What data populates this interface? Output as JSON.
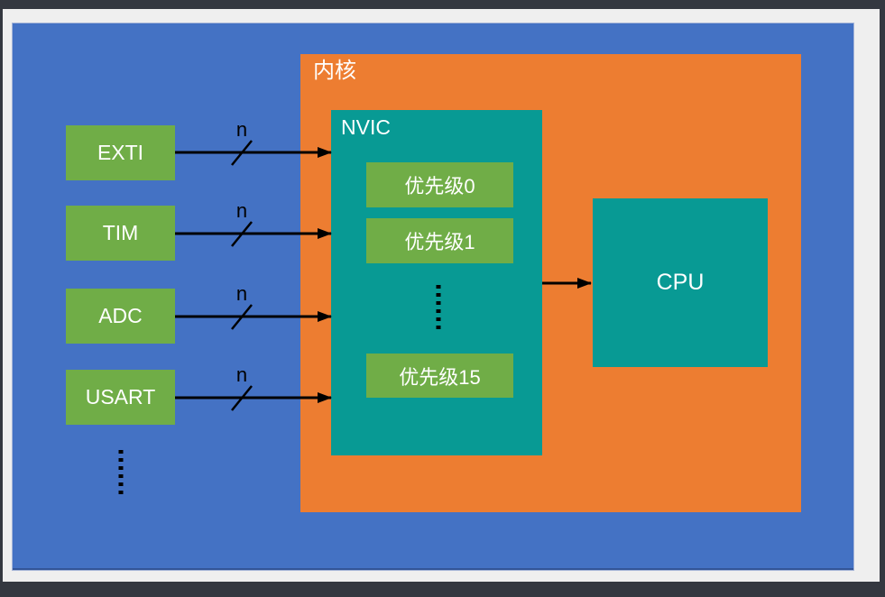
{
  "diagram": {
    "kernel": {
      "label": "内核"
    },
    "nvic": {
      "label": "NVIC"
    },
    "cpu": {
      "label": "CPU"
    },
    "peripherals": {
      "exti": {
        "label": "EXTI"
      },
      "tim": {
        "label": "TIM"
      },
      "adc": {
        "label": "ADC"
      },
      "usart": {
        "label": "USART"
      }
    },
    "priorities": {
      "p0": {
        "label": "优先级0"
      },
      "p1": {
        "label": "优先级1"
      },
      "p15": {
        "label": "优先级15"
      }
    },
    "bus": {
      "width_label": "n"
    },
    "colors": {
      "frame_dark": "#343840",
      "slide_background": "#efefef",
      "chip_blue": "#4472c4",
      "kernel_orange": "#ed7d31",
      "teal": "#089a94",
      "box_green": "#70ad47",
      "arrow_black": "#000000",
      "label_white": "#ffffff"
    }
  }
}
